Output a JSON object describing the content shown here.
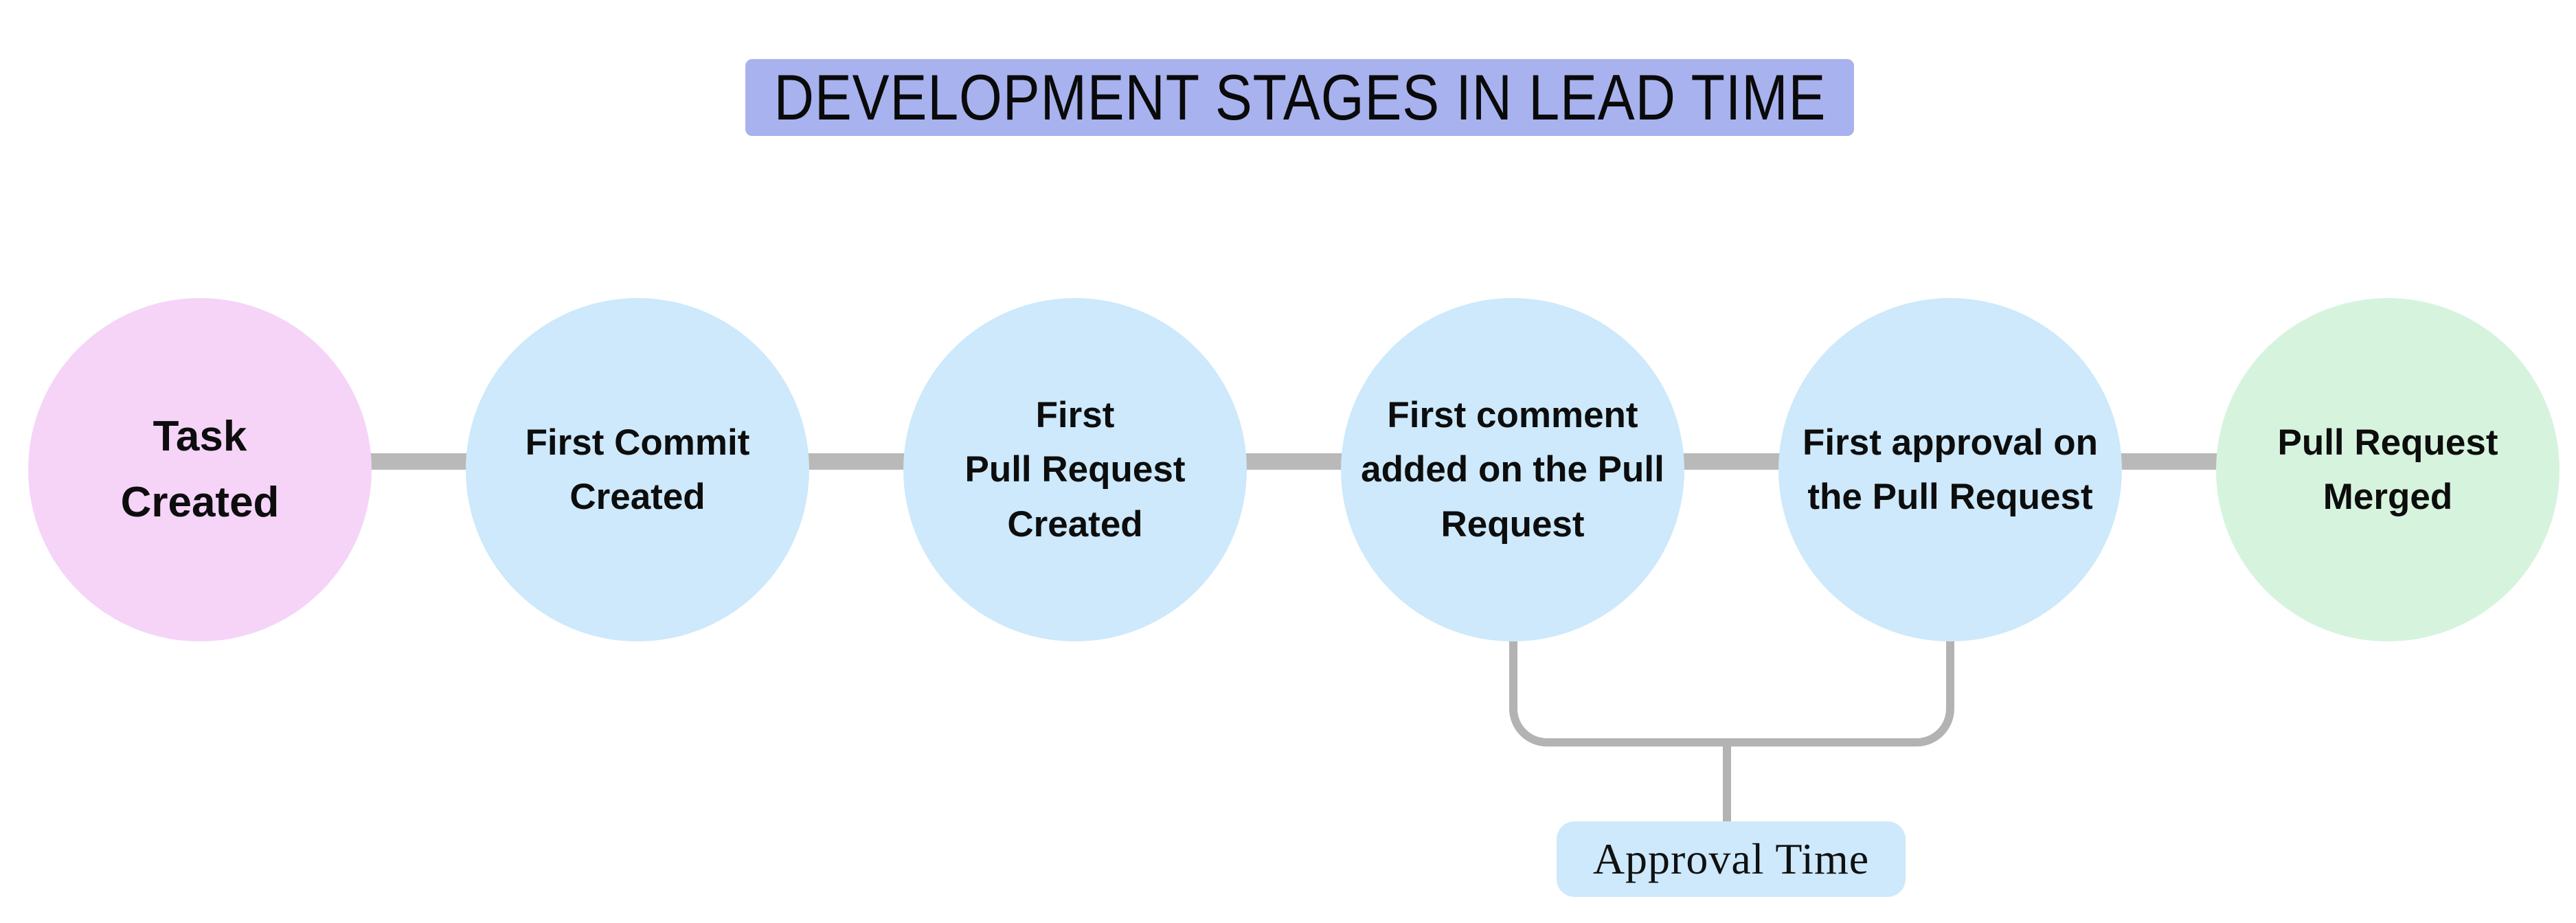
{
  "title": {
    "text": "DEVELOPMENT STAGES IN LEAD TIME"
  },
  "stages": [
    {
      "id": "task-created",
      "label": "Task\nCreated",
      "color": "#f5d4f8"
    },
    {
      "id": "first-commit-created",
      "label": "First Commit\nCreated",
      "color": "#cde9fb"
    },
    {
      "id": "first-pull-request-created",
      "label": "First\nPull Request\nCreated",
      "color": "#cde9fb"
    },
    {
      "id": "first-comment-added",
      "label": "First comment\nadded on the Pull\nRequest",
      "color": "#cde9fb"
    },
    {
      "id": "first-approval",
      "label": "First approval on\nthe Pull Request",
      "color": "#cde9fb"
    },
    {
      "id": "pull-request-merged",
      "label": "Pull Request\nMerged",
      "color": "#d6f3de"
    }
  ],
  "annotation": {
    "label": "Approval Time",
    "spans_from": "first-comment-added",
    "spans_to": "first-approval",
    "color": "#cde9fb"
  },
  "colors": {
    "background": "#ffffff",
    "title_bg": "#a8b2ee",
    "connector": "#b9b9b9",
    "bracket": "#b3b3b3",
    "text": "#0d0d0d"
  }
}
